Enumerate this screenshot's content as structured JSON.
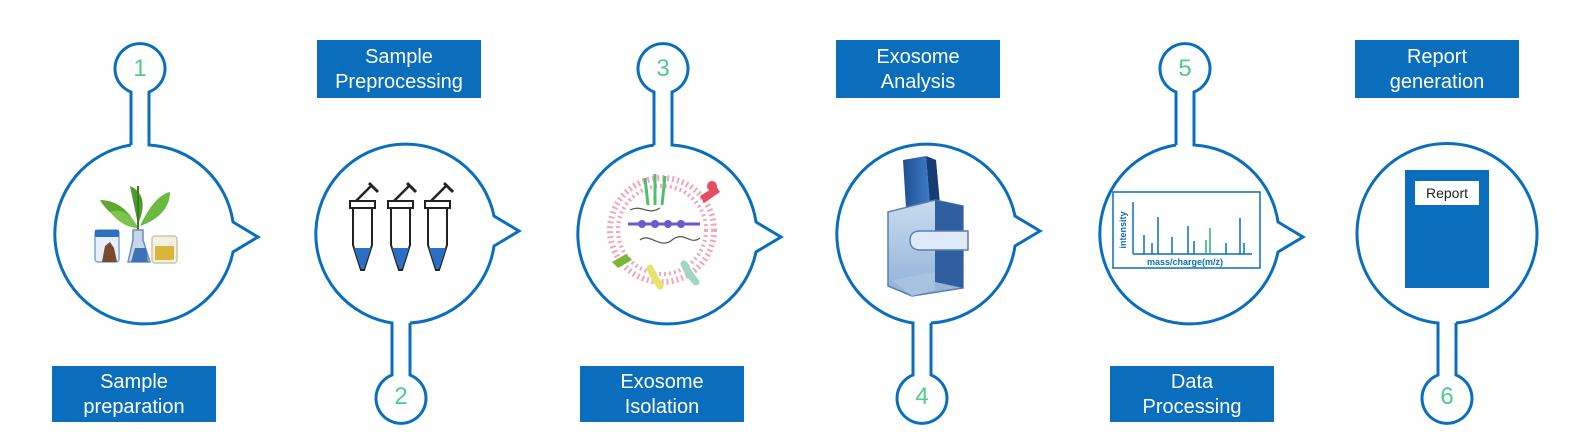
{
  "colors": {
    "outline": "#0a6ebd",
    "number": "#4ecb8b",
    "label_bg": "#0a6ebd",
    "label_text": "#ffffff"
  },
  "steps": [
    {
      "number": "1",
      "label_lines": [
        "Sample",
        "preparation"
      ],
      "icon": "plant-sample-icon"
    },
    {
      "number": "2",
      "label_lines": [
        "Sample",
        "Preprocessing"
      ],
      "icon": "microtubes-icon"
    },
    {
      "number": "3",
      "label_lines": [
        "Exosome",
        "Isolation"
      ],
      "icon": "exosome-vesicle-icon"
    },
    {
      "number": "4",
      "label_lines": [
        "Exosome",
        "Analysis"
      ],
      "icon": "mass-spectrometer-icon"
    },
    {
      "number": "5",
      "label_lines": [
        "Data",
        "Processing"
      ],
      "icon": "mass-spectrum-icon"
    },
    {
      "number": "6",
      "label_lines": [
        "Report",
        "generation"
      ],
      "icon": "report-document-icon"
    }
  ],
  "spectrum": {
    "ylabel": "intensity",
    "xlabel": "mass/charge(m/z)"
  },
  "report": {
    "label": "Report"
  }
}
